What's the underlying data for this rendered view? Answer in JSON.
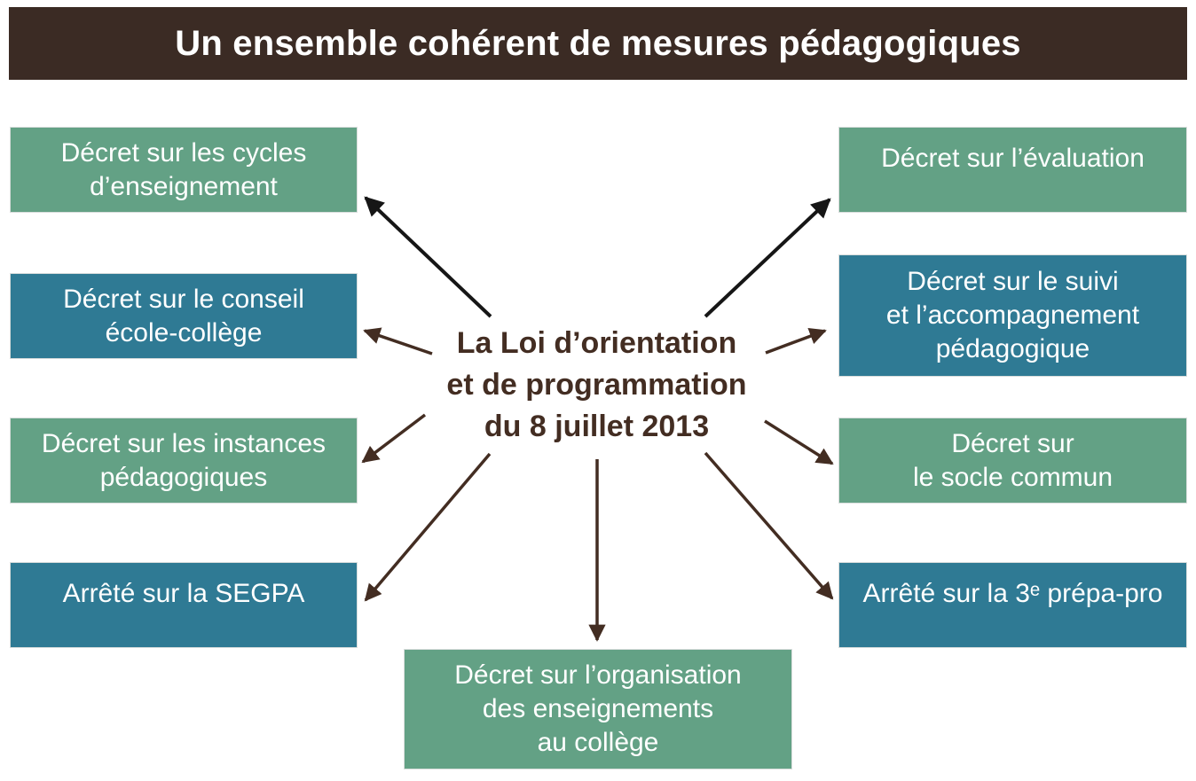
{
  "title": "Un ensemble cohérent de mesures pédagogiques",
  "center": {
    "lines": [
      "La Loi d’orientation",
      "et de programmation",
      "du 8 juillet 2013"
    ]
  },
  "nodes": {
    "cycles": {
      "lines": [
        "Décret sur les cycles",
        "d’enseignement"
      ]
    },
    "conseil": {
      "lines": [
        "Décret sur le conseil",
        "école-collège"
      ]
    },
    "instances": {
      "lines": [
        "Décret sur les instances",
        "pédagogiques"
      ]
    },
    "segpa": {
      "lines": [
        "Arrêté sur la SEGPA"
      ]
    },
    "evaluation": {
      "lines": [
        "Décret sur l’évaluation"
      ]
    },
    "suivi": {
      "lines": [
        "Décret sur le suivi",
        "et l’accompagnement",
        "pédagogique"
      ]
    },
    "socle": {
      "lines": [
        "Décret sur",
        "le socle commun"
      ]
    },
    "prepa_pro": {
      "lines": [
        "Arrêté sur la 3ᵉ prépa-pro"
      ]
    },
    "organisation": {
      "lines": [
        "Décret sur l’organisation",
        "des enseignements",
        "au collège"
      ]
    }
  },
  "colors": {
    "header_brown": "#3B2B24",
    "green": "#63A185",
    "teal": "#2F7A94",
    "text_brown": "#432D22",
    "arrow_brown": "#432D22",
    "arrow_black": "#161616",
    "text_white": "#FFFFFF"
  }
}
